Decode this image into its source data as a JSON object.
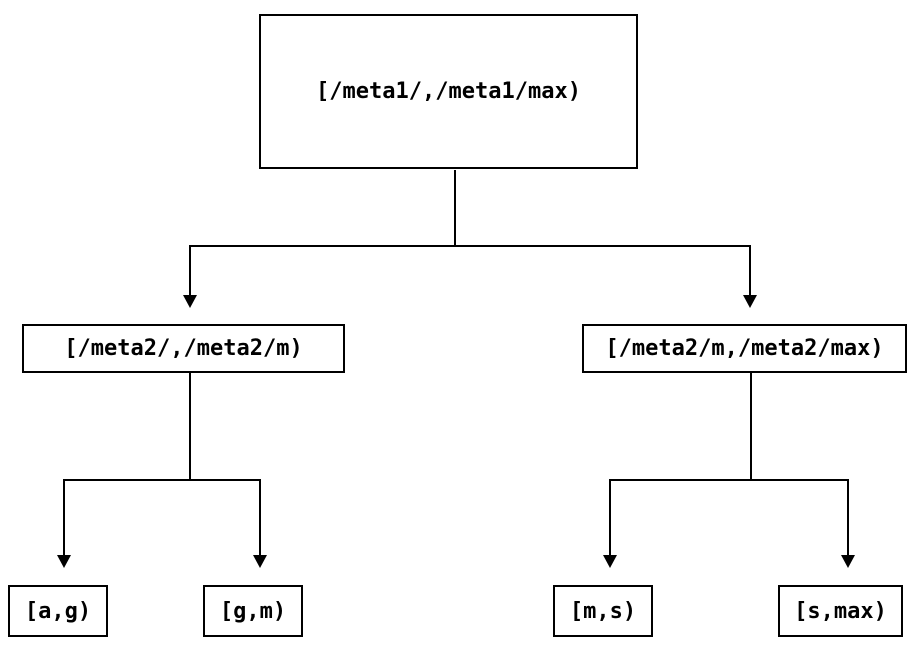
{
  "diagram": {
    "type": "binary-interval-partition-tree",
    "colors": {
      "background": "#ffffff",
      "line": "#000000",
      "text": "#000000",
      "node_border": "#000000",
      "node_fill": "#ffffff"
    },
    "root": {
      "label": "[/meta1/,/meta1/max)"
    },
    "children": [
      {
        "label": "[/meta2/,/meta2/m)",
        "children": [
          {
            "label": "[a,g)"
          },
          {
            "label": "[g,m)"
          }
        ]
      },
      {
        "label": "[/meta2/m,/meta2/max)",
        "children": [
          {
            "label": "[m,s)"
          },
          {
            "label": "[s,max)"
          }
        ]
      }
    ]
  }
}
